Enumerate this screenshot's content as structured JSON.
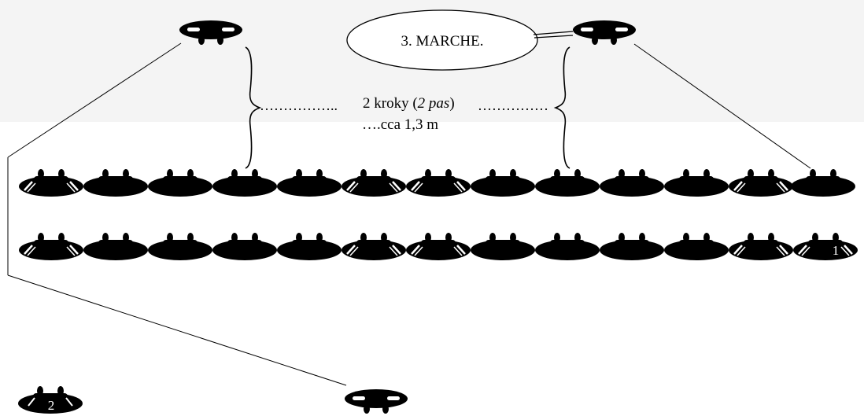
{
  "callout": {
    "text": "3. MARCHE."
  },
  "distance": {
    "line1_dots_left": "……………..",
    "line1_main": "2 kroky (",
    "line1_italic": "2 pas",
    "line1_close": ")",
    "line1_dots_right": "……………",
    "line2": "….cca 1,3 m"
  },
  "labels": {
    "row2_last": "1",
    "bottom_left": "2"
  },
  "colors": {
    "figure": "#000000",
    "ghost": "#c0c0c0",
    "band": "#f4f4f4",
    "stroke": "#000000"
  },
  "figures": {
    "row1_count": 12,
    "row2_count": 13,
    "row1_ghost": true
  }
}
